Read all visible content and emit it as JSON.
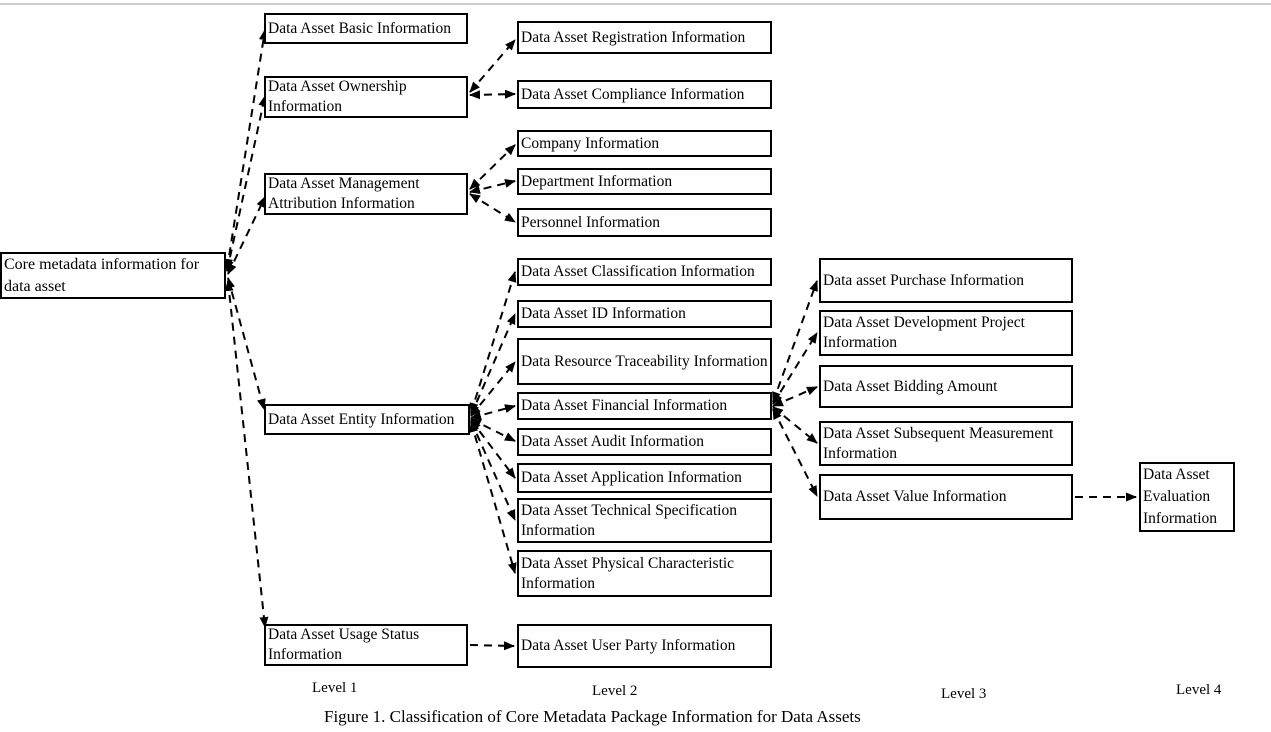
{
  "caption": "Figure 1. Classification of Core Metadata Package Information for Data Assets",
  "levels": [
    "Level 1",
    "Level 2",
    "Level 3",
    "Level 4"
  ],
  "boxes": {
    "root": "Core metadata information for data asset",
    "basic": "Data Asset Basic Information",
    "ownership": "Data Asset Ownership Information",
    "management": "Data Asset Management Attribution Information",
    "entity": "Data Asset Entity Information",
    "usage": "Data Asset Usage Status Information",
    "registration": "Data Asset Registration Information",
    "compliance": "Data Asset Compliance Information",
    "company": "Company Information",
    "department": "Department Information",
    "personnel": "Personnel Information",
    "classification": "Data Asset Classification Information",
    "id": "Data Asset ID Information",
    "traceability": "Data Resource Traceability Information",
    "financial": "Data Asset Financial Information",
    "audit": "Data Asset Audit Information",
    "application": "Data Asset Application Information",
    "technical": "Data Asset Technical Specification Information",
    "physical": "Data Asset Physical Characteristic Information",
    "userparty": "Data Asset User Party Information",
    "purchase": "Data asset Purchase Information",
    "development": "Data Asset Development Project Information",
    "bidding": "Data Asset Bidding Amount",
    "subsequent": "Data Asset Subsequent Measurement Information",
    "value": "Data Asset Value Information",
    "evaluation": "Data Asset Evaluation Information"
  },
  "hierarchy": {
    "root": [
      "basic",
      "ownership",
      "management",
      "entity",
      "usage"
    ],
    "ownership": [
      "registration",
      "compliance"
    ],
    "management": [
      "company",
      "department",
      "personnel"
    ],
    "entity": [
      "classification",
      "id",
      "traceability",
      "financial",
      "audit",
      "application",
      "technical",
      "physical"
    ],
    "usage": [
      "userparty"
    ],
    "financial": [
      "purchase",
      "development",
      "bidding",
      "subsequent",
      "value"
    ],
    "value": [
      "evaluation"
    ]
  }
}
